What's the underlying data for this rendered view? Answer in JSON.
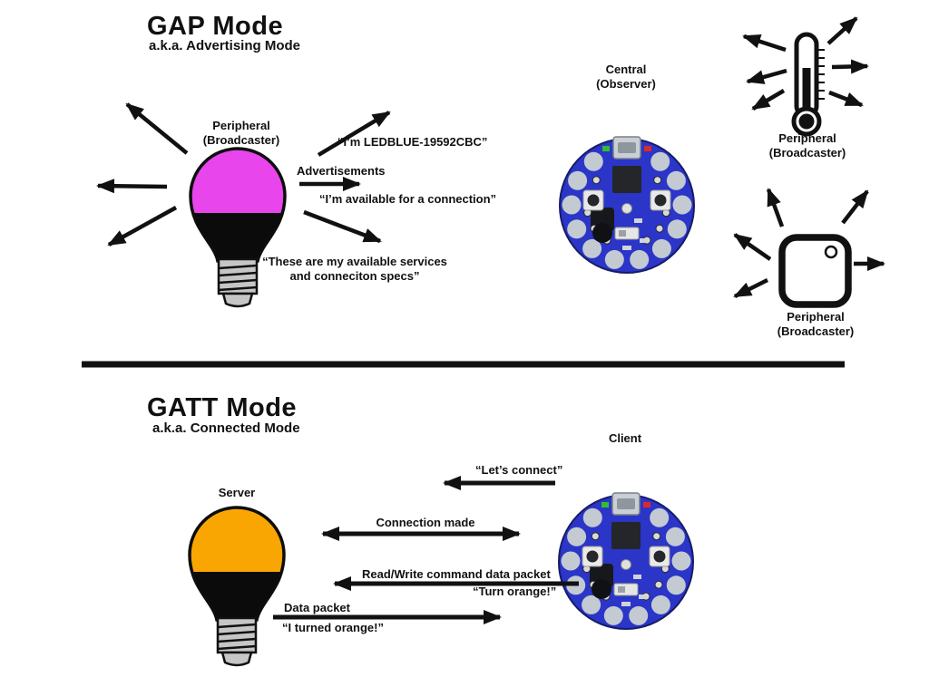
{
  "colors": {
    "gap_bulb": "#E845EC",
    "gatt_bulb": "#F9A602",
    "board_blue": "#2B35C8"
  },
  "gap": {
    "title": "GAP Mode",
    "subtitle": "a.k.a. Advertising Mode",
    "peripheral_bulb": {
      "label_line1": "Peripheral",
      "label_line2": "(Broadcaster)"
    },
    "advertisements_label": "Advertisements",
    "msg_name": "“I’m LEDBLUE-19592CBC”",
    "msg_available": "“I’m available for a connection”",
    "msg_services_line1": "“These are my available services",
    "msg_services_line2": "and conneciton specs”",
    "central": {
      "label_line1": "Central",
      "label_line2": "(Observer)"
    },
    "peripheral_thermometer": {
      "label_line1": "Peripheral",
      "label_line2": "(Broadcaster)"
    },
    "peripheral_square": {
      "label_line1": "Peripheral",
      "label_line2": "(Broadcaster)"
    }
  },
  "gatt": {
    "title": "GATT Mode",
    "subtitle": "a.k.a. Connected Mode",
    "server_label": "Server",
    "client_label": "Client",
    "msg_lets_connect": "“Let’s connect”",
    "msg_connection_made": "Connection made",
    "msg_read_write": "Read/Write command data packet",
    "msg_turn_orange": "“Turn orange!”",
    "msg_data_packet": "Data packet",
    "msg_i_turned_orange": "“I turned orange!”"
  }
}
